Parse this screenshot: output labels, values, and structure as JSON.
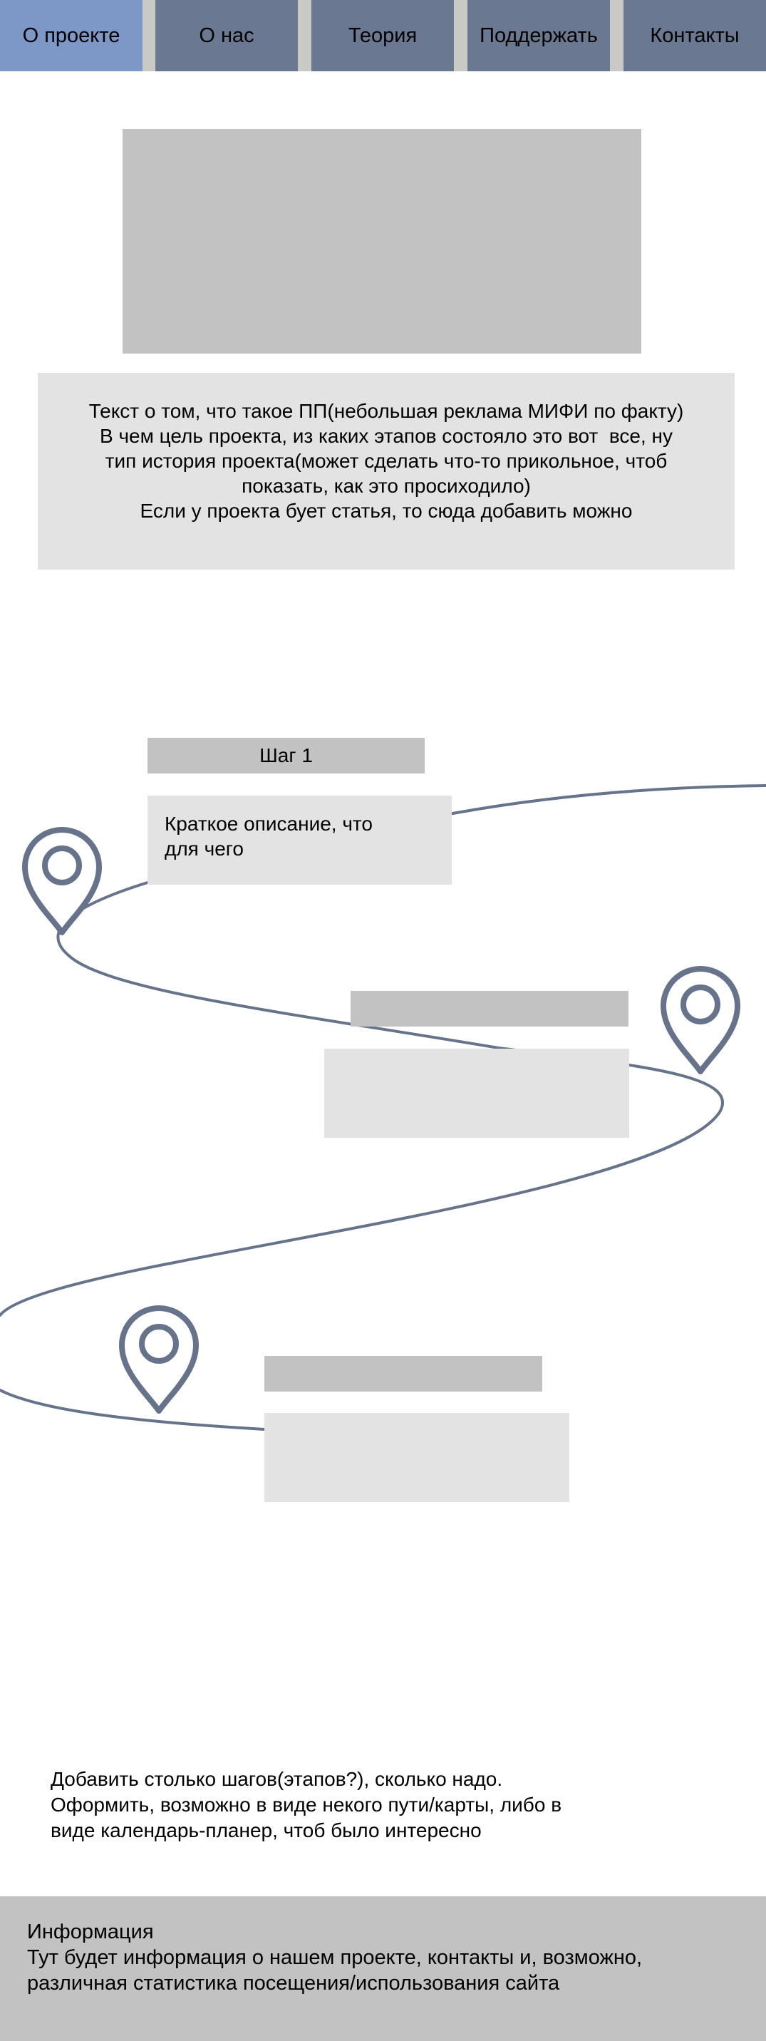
{
  "nav": {
    "tabs": [
      {
        "label": "О проекте"
      },
      {
        "label": "О нас"
      },
      {
        "label": "Теория"
      },
      {
        "label": "Поддержать"
      },
      {
        "label": "Контакты"
      }
    ]
  },
  "about": {
    "lines": [
      "Текст о том, что такое ПП(небольшая реклама МИФИ по факту)",
      "В чем цель проекта, из каких этапов состояло это вот  все, ну",
      "тип история проекта(может сделать что-то прикольное, чтоб",
      "показать, как это просиходило)",
      "Если у проекта бует статья, то сюда добавить можно"
    ]
  },
  "steps": [
    {
      "title": "Шаг 1",
      "description_lines": [
        "Краткое описание, что",
        "для чего"
      ],
      "icon": "map-pin-icon"
    },
    {
      "title": "",
      "description_lines": [],
      "icon": "map-pin-icon"
    },
    {
      "title": "",
      "description_lines": [],
      "icon": "map-pin-icon"
    }
  ],
  "note": {
    "lines": [
      "Добавить столько шагов(этапов?), сколько надо.",
      "Оформить, возможно в виде некого пути/карты, либо в",
      "виде календарь-планер, чтоб было интересно"
    ]
  },
  "footer": {
    "title": "Информация",
    "lines": [
      "Тут будет информация о нашем проекте, контакты и, возможно,",
      "различная статистика посещения/использования сайта"
    ]
  },
  "colors": {
    "nav_active": "#7d97c6",
    "nav_tab": "#6b7891",
    "path_stroke": "#66738a",
    "placeholder_dark": "#c2c2c2",
    "placeholder_light": "#e3e3e3"
  }
}
